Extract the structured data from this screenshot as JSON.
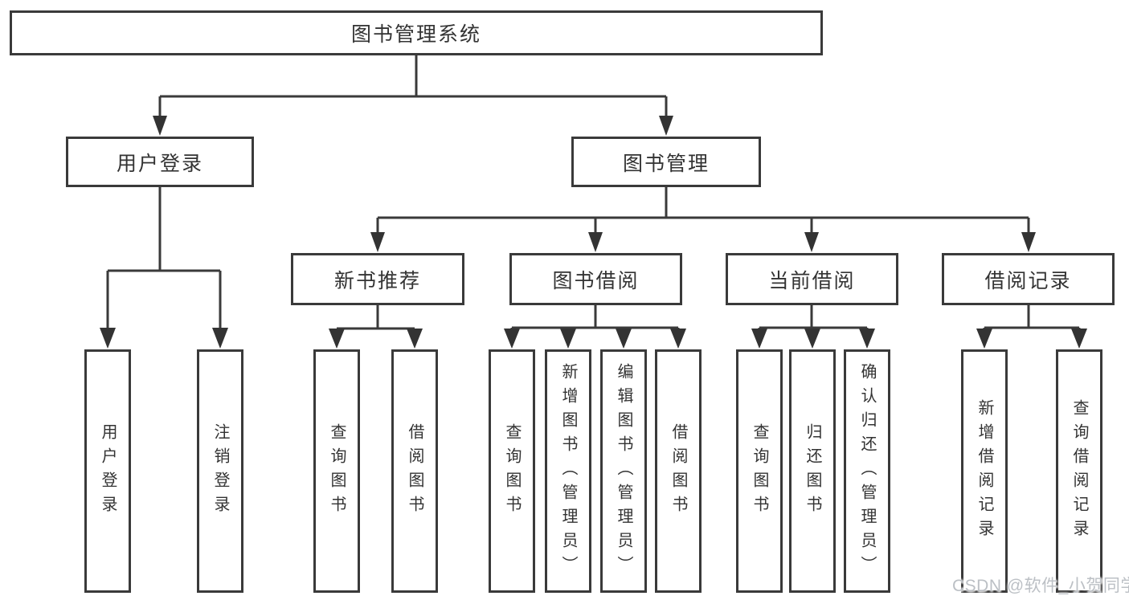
{
  "diagram": {
    "title_node": {
      "label": "图书管理系统"
    },
    "level2": [
      {
        "label": "用户登录"
      },
      {
        "label": "图书管理"
      }
    ],
    "level3": [
      {
        "label": "新书推荐"
      },
      {
        "label": "图书借阅"
      },
      {
        "label": "当前借阅"
      },
      {
        "label": "借阅记录"
      }
    ],
    "leaves": [
      {
        "label": "用户登录",
        "parent": "用户登录"
      },
      {
        "label": "注销登录",
        "parent": "用户登录"
      },
      {
        "label": "查询图书",
        "parent": "新书推荐"
      },
      {
        "label": "借阅图书",
        "parent": "新书推荐"
      },
      {
        "label": "查询图书",
        "parent": "图书借阅"
      },
      {
        "label": "新增图书（管理员）",
        "parent": "图书借阅"
      },
      {
        "label": "编辑图书（管理员）",
        "parent": "图书借阅"
      },
      {
        "label": "借阅图书",
        "parent": "图书借阅"
      },
      {
        "label": "查询图书",
        "parent": "当前借阅"
      },
      {
        "label": "归还图书",
        "parent": "当前借阅"
      },
      {
        "label": "确认归还（管理员）",
        "parent": "当前借阅"
      },
      {
        "label": "新增借阅记录",
        "parent": "借阅记录"
      },
      {
        "label": "查询借阅记录",
        "parent": "借阅记录"
      }
    ],
    "watermark": "CSDN @软件_小贺同学",
    "colors": {
      "line": "#3a3a3a",
      "box_border": "#3a3a3a",
      "box_background": "#ffffff",
      "text": "#333333",
      "watermark_text": "#bcc0c5"
    }
  }
}
